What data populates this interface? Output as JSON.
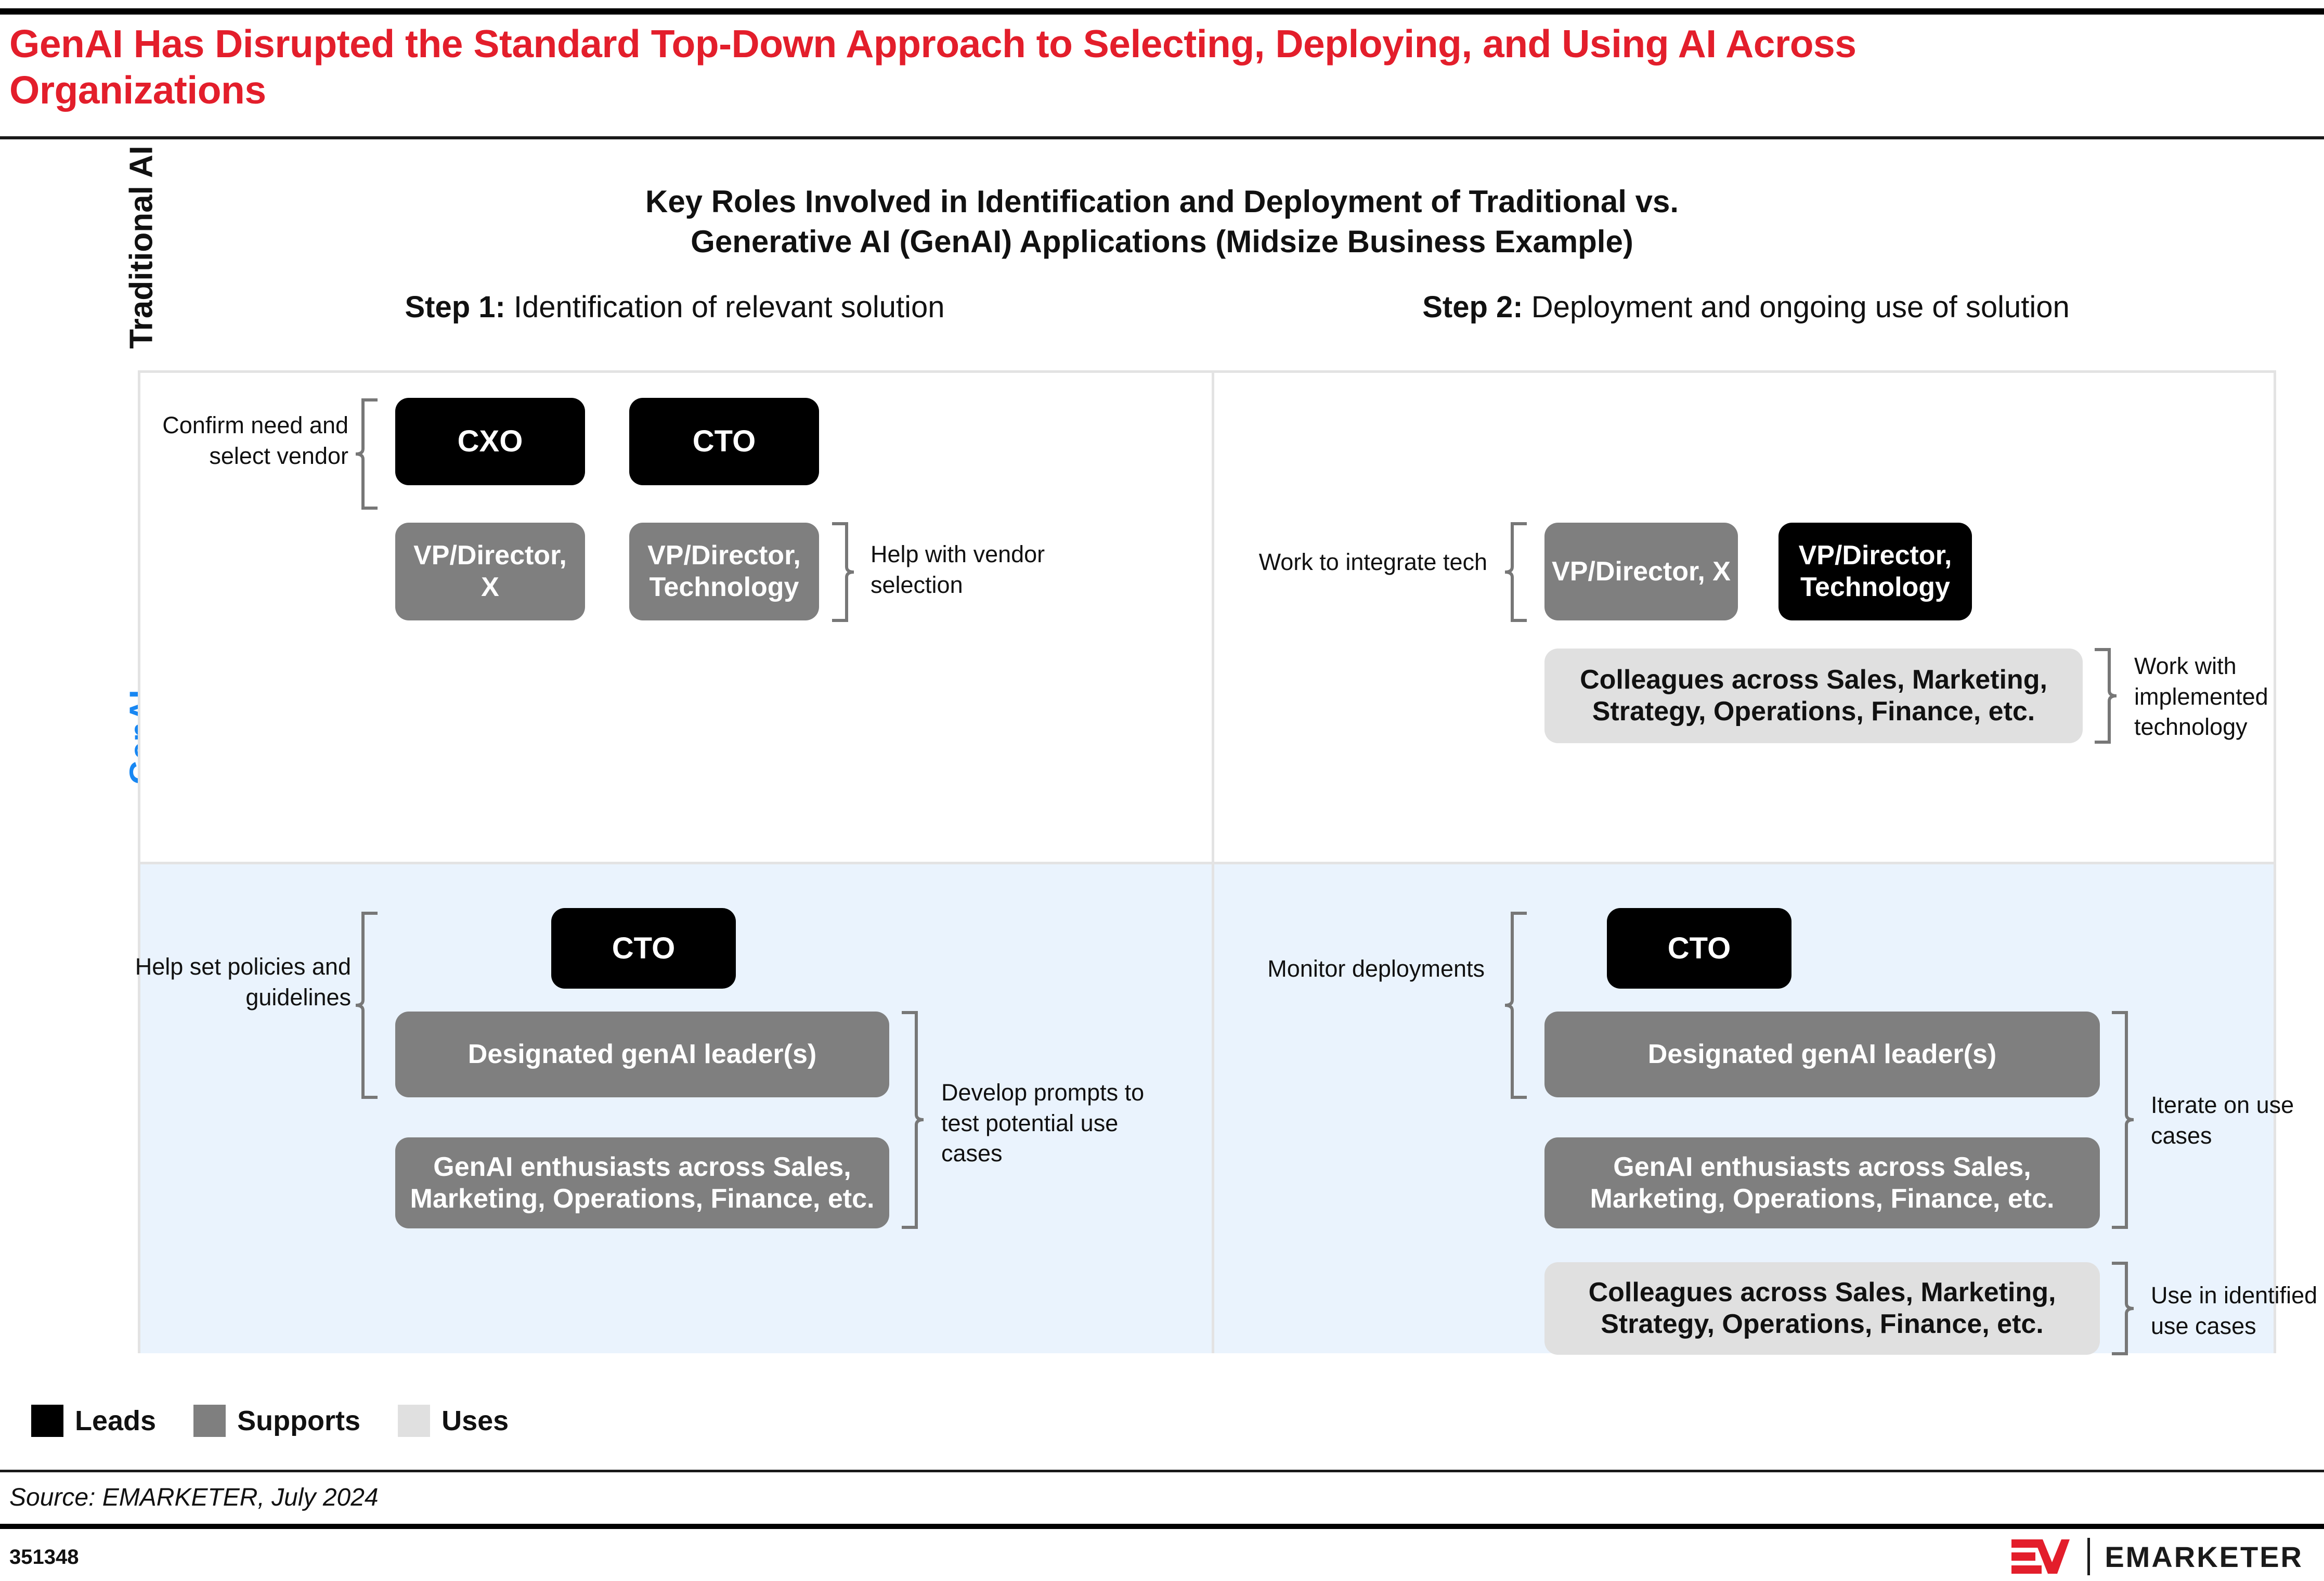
{
  "headline": "GenAI Has Disrupted the Standard Top-Down Approach to Selecting, Deploying, and Using AI Across Organizations",
  "subtitle_line1": "Key Roles Involved in Identification and Deployment of Traditional vs.",
  "subtitle_line2": "Generative AI (GenAI) Applications (Midsize Business Example)",
  "steps": {
    "step1_bold": "Step 1:",
    "step1_rest": " Identification of relevant solution",
    "step2_bold": "Step 2:",
    "step2_rest": " Deployment and ongoing use of solution"
  },
  "rows": {
    "traditional_label": "Traditional AI",
    "genai_label": "GenAI"
  },
  "colors": {
    "headline_red": "#E31E2B",
    "genai_blue": "#1887F2",
    "leads": "#000000",
    "supports": "#7F7F7F",
    "uses": "#E0E0E0",
    "genai_panel_bg": "#EAF3FD",
    "panel_border": "#E3E3E3"
  },
  "quadrants": {
    "trad_step1": {
      "boxes": [
        {
          "label": "CXO",
          "role": "leads"
        },
        {
          "label": "CTO",
          "role": "leads"
        },
        {
          "label": "VP/Director, X",
          "role": "supports"
        },
        {
          "label": "VP/Director, Technology",
          "role": "supports"
        }
      ],
      "annotations": [
        {
          "text": "Confirm need and select vendor",
          "side": "left"
        },
        {
          "text": "Help with vendor selection",
          "side": "right"
        }
      ]
    },
    "trad_step2": {
      "boxes": [
        {
          "label": "VP/Director, X",
          "role": "supports"
        },
        {
          "label": "VP/Director, Technology",
          "role": "leads"
        },
        {
          "label": "Colleagues across Sales, Marketing, Strategy, Operations, Finance, etc.",
          "role": "uses"
        }
      ],
      "annotations": [
        {
          "text": "Work to integrate tech",
          "side": "left"
        },
        {
          "text": "Work with implemented technology",
          "side": "right"
        }
      ]
    },
    "gen_step1": {
      "boxes": [
        {
          "label": "CTO",
          "role": "leads"
        },
        {
          "label": "Designated genAI leader(s)",
          "role": "supports"
        },
        {
          "label": "GenAI enthusiasts across Sales, Marketing, Operations, Finance, etc.",
          "role": "supports"
        }
      ],
      "annotations": [
        {
          "text": "Help set policies and guidelines",
          "side": "left"
        },
        {
          "text": "Develop prompts to test potential use cases",
          "side": "right"
        }
      ]
    },
    "gen_step2": {
      "boxes": [
        {
          "label": "CTO",
          "role": "leads"
        },
        {
          "label": "Designated genAI leader(s)",
          "role": "supports"
        },
        {
          "label": "GenAI enthusiasts across Sales, Marketing, Operations, Finance, etc.",
          "role": "supports"
        },
        {
          "label": "Colleagues across Sales, Marketing, Strategy, Operations, Finance, etc.",
          "role": "uses"
        }
      ],
      "annotations": [
        {
          "text": "Monitor deployments",
          "side": "left"
        },
        {
          "text": "Iterate on use cases",
          "side": "right"
        },
        {
          "text": "Use in identified use cases",
          "side": "right"
        }
      ]
    }
  },
  "legend": {
    "items": [
      {
        "label": "Leads",
        "color": "#000000"
      },
      {
        "label": "Supports",
        "color": "#7F7F7F"
      },
      {
        "label": "Uses",
        "color": "#E0E0E0"
      }
    ]
  },
  "source": "Source: EMARKETER, July 2024",
  "chart_id": "351348",
  "brand": {
    "wordmark": "EMARKETER"
  }
}
